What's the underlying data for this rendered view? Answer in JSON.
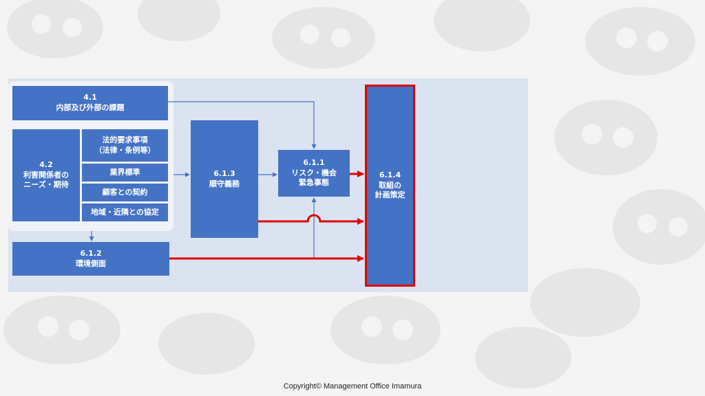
{
  "boxes": {
    "b41": {
      "num": "4.1",
      "label": "内部及び外部の課題"
    },
    "b42": {
      "num": "4.2",
      "line1": "利害関係者の",
      "line2": "ニーズ・期待"
    },
    "legal": {
      "line1": "法的要求事項",
      "line2": "（法律・条例等）"
    },
    "industry": {
      "label": "業界標準"
    },
    "contract": {
      "label": "顧客との契約"
    },
    "community": {
      "label": "地域・近隣との協定"
    },
    "b612": {
      "num": "6.1.2",
      "label": "環境側面"
    },
    "b613": {
      "num": "6.1.3",
      "label": "順守義務"
    },
    "b611": {
      "num": "6.1.1",
      "line1": "リスク・機会",
      "line2": "緊急事態"
    },
    "b614": {
      "num": "6.1.4",
      "line1": "取組の",
      "line2": "計画策定"
    }
  },
  "colors": {
    "box": "#4472c4",
    "arrow_thin": "#4472c4",
    "arrow_bold": "#e00000",
    "panel": "#dbe3f1"
  },
  "footer": {
    "copyright": "Copyright© Management Office Imamura"
  }
}
